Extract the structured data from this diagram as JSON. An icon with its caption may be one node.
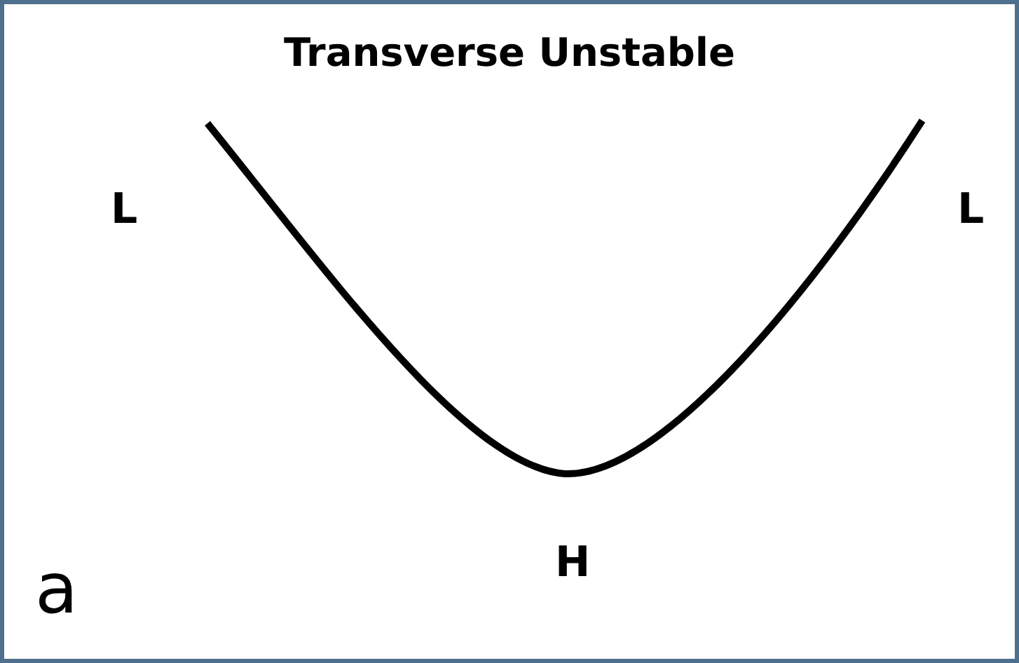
{
  "diagram": {
    "title": "Transverse Unstable",
    "labels": [
      "L",
      "L",
      "H",
      "a"
    ]
  }
}
